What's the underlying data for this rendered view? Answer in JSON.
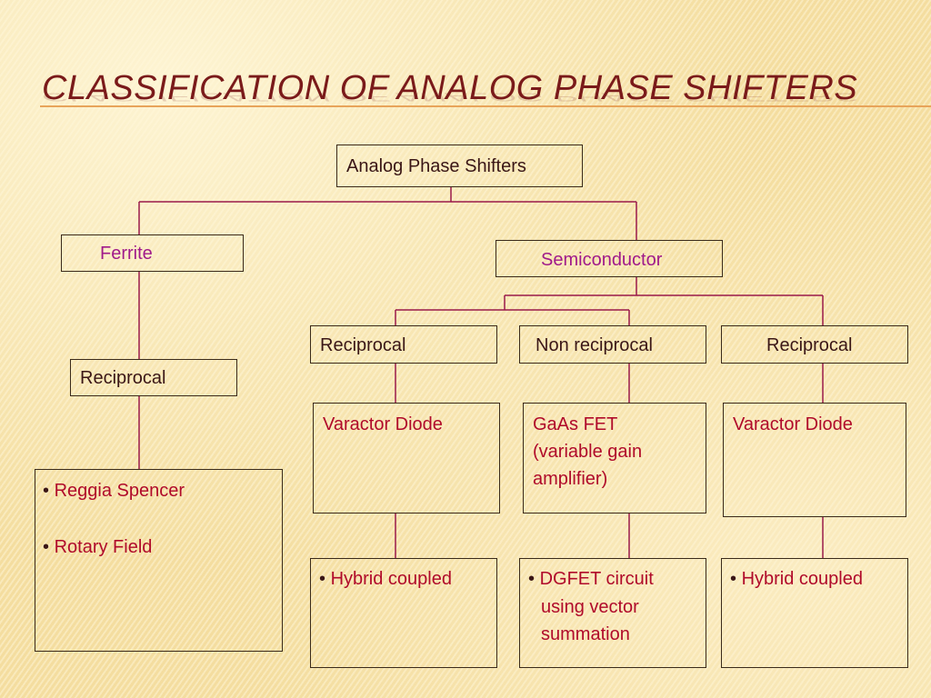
{
  "slide": {
    "title": "CLASSIFICATION OF ANALOG PHASE SHIFTERS"
  },
  "tree": {
    "root": "Analog Phase Shifters",
    "ferrite": {
      "label": "Ferrite",
      "reciprocal": "Reciprocal",
      "devices": [
        "Reggia Spencer",
        "Rotary Field"
      ]
    },
    "semiconductor": {
      "label": "Semiconductor",
      "branches": [
        {
          "label": "Reciprocal",
          "device": "Varactor Diode",
          "circuit": "Hybrid coupled"
        },
        {
          "label": "Non reciprocal",
          "device_lines": [
            "GaAs FET",
            "(variable gain",
            "amplifier)"
          ],
          "circuit_lines": [
            "DGFET circuit",
            "using vector",
            "summation"
          ]
        },
        {
          "label": "Reciprocal",
          "device": "Varactor Diode",
          "circuit": "Hybrid coupled"
        }
      ]
    },
    "bullet": "•"
  },
  "colors": {
    "title": "#7a1a1a",
    "connector": "#9a1a4a",
    "dark_text": "#3a1616",
    "magenta_text": "#a01a8a",
    "red_text": "#b00a2a",
    "accent_rule": "#e8a45a"
  }
}
